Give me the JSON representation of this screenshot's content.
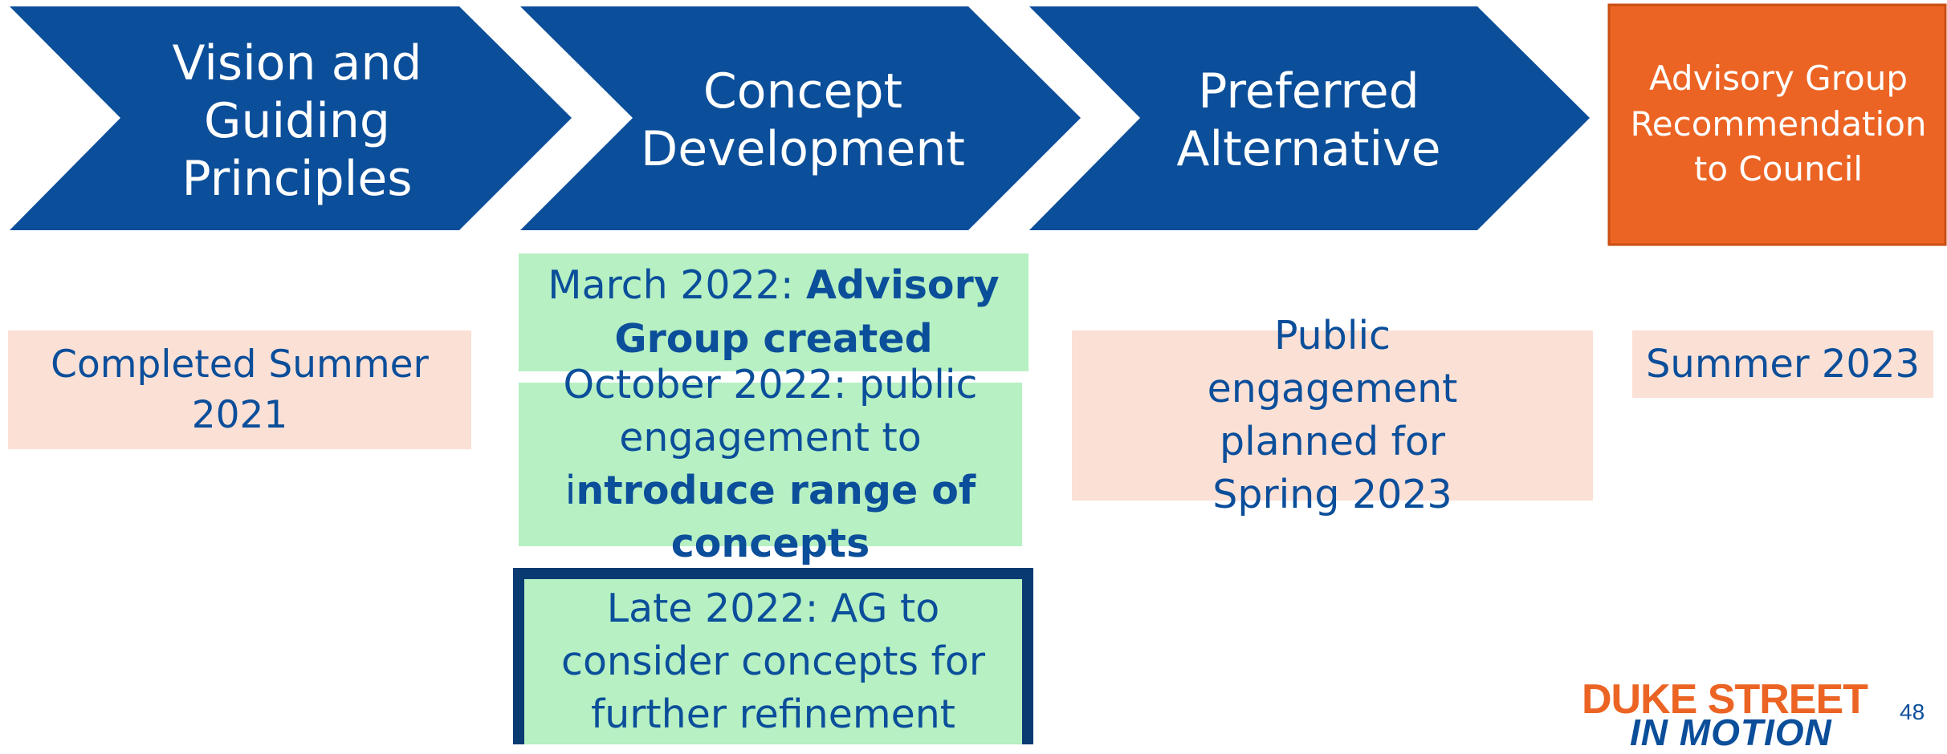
{
  "steps": [
    {
      "label_lines": [
        "Vision and",
        "Guiding",
        "Principles"
      ]
    },
    {
      "label_lines": [
        "Concept",
        "Development"
      ]
    },
    {
      "label_lines": [
        "Preferred",
        "Alternative"
      ]
    },
    {
      "label_lines": [
        "Advisory Group",
        "Recommendation",
        "to Council"
      ]
    }
  ],
  "notes": {
    "completed": "Completed Summer 2021",
    "march_prefix": "March 2022: ",
    "march_bold": "Advisory Group created",
    "october_prefix": "October 2022: public engagement to i",
    "october_bold": "ntroduce range of concepts",
    "late": "Late 2022: AG to consider concepts for further refinement",
    "public": "Public engagement planned for Spring 2023",
    "summer": "Summer 2023"
  },
  "logo": {
    "line1": "DUKE STREET",
    "line2": "IN MOTION"
  },
  "page_number": "48",
  "colors": {
    "chevron_blue": "#0b4e9a",
    "orange": "#ec6424",
    "pink": "#fbe0d6",
    "green": "#b6f0c3",
    "dark_border": "#0a3a72"
  }
}
